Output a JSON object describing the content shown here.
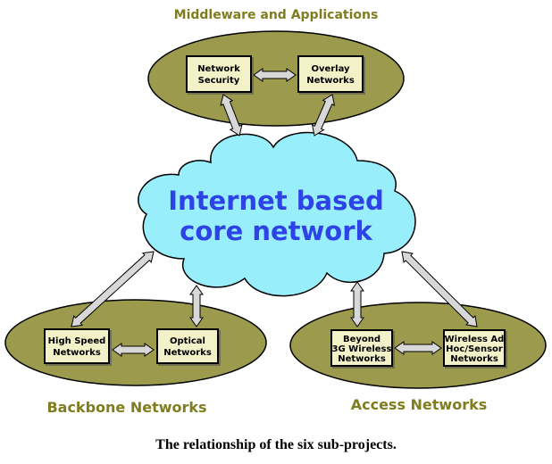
{
  "groups": {
    "middleware": {
      "title": "Middleware and Applications",
      "box1": [
        "Network",
        "Security"
      ],
      "box2": [
        "Overlay",
        "Networks"
      ]
    },
    "backbone": {
      "title": "Backbone Networks",
      "box1": [
        "High Speed",
        "Networks"
      ],
      "box2": [
        "Optical",
        "Networks"
      ]
    },
    "access": {
      "title": "Access Networks",
      "box1": [
        "Beyond",
        "3G Wireless",
        "Networks"
      ],
      "box2": [
        "Wireless Ad",
        "Hoc/Sensor",
        "Networks"
      ]
    }
  },
  "core": {
    "line1": "Internet based",
    "line2": "core network"
  },
  "caption": "The relationship of the six sub-projects.",
  "colors": {
    "ellipse_fill": "#9c9a4c",
    "box_fill": "#f2f1c8",
    "cloud_fill": "#99eefc",
    "cloud_text": "#2d43e6",
    "title_text": "#7f7d1f",
    "arrow_fill": "#d8d8d8"
  }
}
